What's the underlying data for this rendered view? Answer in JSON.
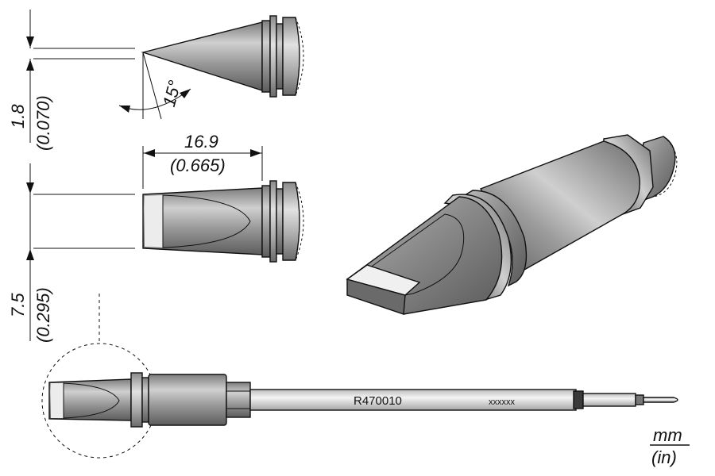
{
  "angle": {
    "value": "15°"
  },
  "tip_thickness": {
    "mm": "1.8",
    "inch": "(0.070)"
  },
  "length": {
    "mm": "16.9",
    "inch": "(0.665)"
  },
  "tip_width": {
    "mm": "7.5",
    "inch": "(0.295)"
  },
  "cartridge": {
    "reference": "R470010",
    "serial": "xxxxxx"
  },
  "units": {
    "primary": "mm",
    "secondary": "(in)"
  },
  "colors": {
    "metal_body": "#8e8e8e",
    "metal_highlight": "#c4c4c4",
    "metal_dark": "#5a5a5a",
    "tin_face": "#e0e0e0",
    "line": "#111111"
  }
}
